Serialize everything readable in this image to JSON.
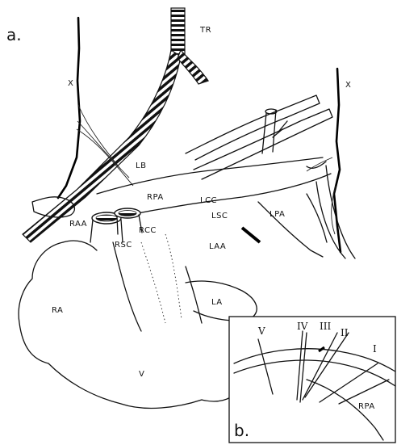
{
  "panel_a": {
    "panel_label": "a.",
    "labels": {
      "tr": "TR",
      "x_left": "X",
      "x_right": "X",
      "lb": "LB",
      "rpa": "RPA",
      "lcc": "LCC",
      "lsc": "LSC",
      "lpa": "LPA",
      "raa": "RAA",
      "rcc": "RCC",
      "rsc": "RSC",
      "laa": "LAA",
      "ra": "RA",
      "la": "LA",
      "v": "V"
    }
  },
  "panel_b": {
    "panel_label": "b.",
    "roman_numerals": [
      "V",
      "IV",
      "III",
      "II",
      "I"
    ],
    "rpa": "RPA"
  }
}
